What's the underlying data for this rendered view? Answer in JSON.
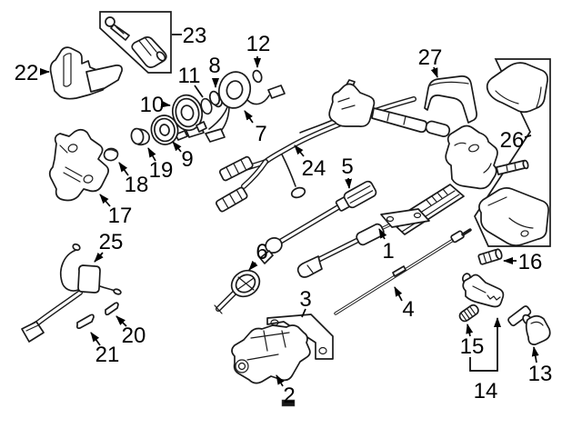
{
  "diagram": {
    "description": "Exploded parts diagram of a vehicle steering column assembly with numbered callouts 1-27",
    "colors": {
      "background": "#ffffff",
      "line": "#1a1a1a",
      "part_fill": "#ffffff",
      "label_text": "#000000",
      "watermark_bar": "#181818"
    }
  },
  "callouts": [
    "1",
    "2",
    "3",
    "4",
    "5",
    "6",
    "7",
    "8",
    "9",
    "10",
    "11",
    "12",
    "13",
    "14",
    "15",
    "16",
    "17",
    "18",
    "19",
    "20",
    "21",
    "22",
    "23",
    "24",
    "25",
    "26",
    "27"
  ]
}
